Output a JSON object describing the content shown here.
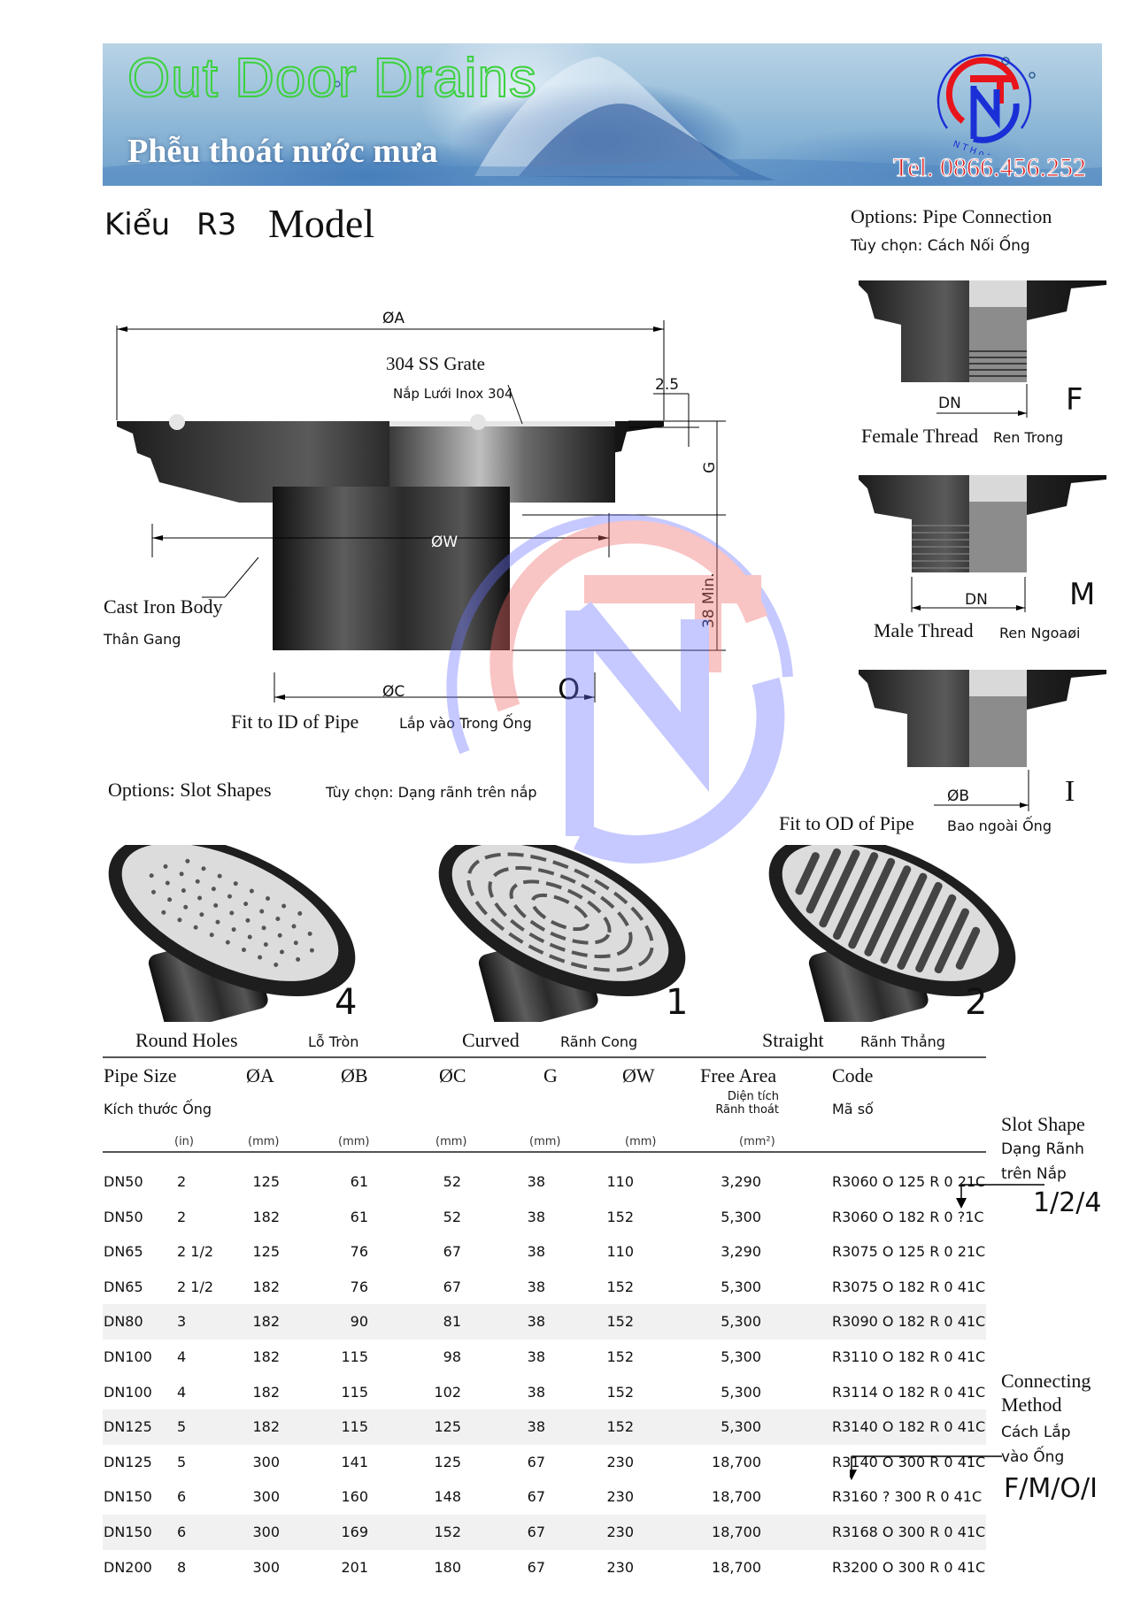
{
  "banner": {
    "title": "Out Door Drains",
    "subtitle": "Phễu thoát nước mưa",
    "tel": "Tel. 0866.456.252",
    "logo_text": "N T H o m e s",
    "colors": {
      "outline_title": "#3cd13c",
      "tel_red": "#d81a1a",
      "logo_red": "#e8141b",
      "logo_blue": "#1b2fd6"
    }
  },
  "heading": {
    "kieu": "Kiểu",
    "code": "R3",
    "model": "Model"
  },
  "pipe_options": {
    "title_en": "Options: Pipe Connection",
    "title_vi": "Tùy chọn: Cách Nối Ống",
    "items": [
      {
        "letter": "F",
        "dim": "DN",
        "label_en": "Female Thread",
        "label_vi": "Ren Trong"
      },
      {
        "letter": "M",
        "dim": "DN",
        "label_en": "Male Thread",
        "label_vi": "Ren Ngoaøi"
      },
      {
        "letter": "I",
        "dim": "ØB",
        "label_en": "Fit to OD of Pipe",
        "label_vi": "Bao ngoài Ống"
      }
    ]
  },
  "drawing": {
    "dim_a": "ØA",
    "dim_w": "ØW",
    "dim_c": "ØC",
    "dim_g": "G",
    "dim_25": "2.5",
    "dim_38": "38 Min.",
    "grate_en": "304 SS Grate",
    "grate_vi": "Nắp Lưới Inox 304",
    "body_en": "Cast Iron Body",
    "body_vi": "Thân Gang",
    "fit_en": "Fit to ID of Pipe",
    "fit_vi": "Lắp vào Trong Ống",
    "option_letter": "O"
  },
  "slot_options": {
    "title_en": "Options: Slot Shapes",
    "title_vi": "Tùy chọn: Dạng rãnh trên nắp",
    "items": [
      {
        "number": "4",
        "label_en": "Round Holes",
        "label_vi": "Lỗ Tròn"
      },
      {
        "number": "1",
        "label_en": "Curved",
        "label_vi": "Rãnh Cong"
      },
      {
        "number": "2",
        "label_en": "Straight",
        "label_vi": "Rãnh Thẳng"
      }
    ]
  },
  "table": {
    "headers": {
      "pipe_size": {
        "en": "Pipe Size",
        "vi": "Kích thước Ống",
        "unit": "(in)"
      },
      "a": {
        "en": "ØA",
        "unit": "(mm)"
      },
      "b": {
        "en": "ØB",
        "unit": "(mm)"
      },
      "c": {
        "en": "ØC",
        "unit": "(mm)"
      },
      "g": {
        "en": "G",
        "unit": "(mm)"
      },
      "w": {
        "en": "ØW",
        "unit": "(mm)"
      },
      "free_area": {
        "en": "Free Area",
        "vi1": "Diện tích",
        "vi2": "Rãnh thoát",
        "unit": "(mm²)"
      },
      "code": {
        "en": "Code",
        "vi": "Mã số"
      }
    },
    "rows": [
      {
        "dn": "DN50",
        "in": "2",
        "a": "125",
        "b": "61",
        "c": "52",
        "g": "38",
        "w": "110",
        "area": "3,290",
        "code": "R3060 O 125 R 0 21C",
        "shade": false
      },
      {
        "dn": "DN50",
        "in": "2",
        "a": "182",
        "b": "61",
        "c": "52",
        "g": "38",
        "w": "152",
        "area": "5,300",
        "code": "R3060 O 182 R 0 ?1C",
        "shade": false
      },
      {
        "dn": "DN65",
        "in": "2 1/2",
        "a": "125",
        "b": "76",
        "c": "67",
        "g": "38",
        "w": "110",
        "area": "3,290",
        "code": "R3075 O 125 R 0 21C",
        "shade": false
      },
      {
        "dn": "DN65",
        "in": "2 1/2",
        "a": "182",
        "b": "76",
        "c": "67",
        "g": "38",
        "w": "152",
        "area": "5,300",
        "code": "R3075 O 182 R 0 41C",
        "shade": false
      },
      {
        "dn": "DN80",
        "in": "3",
        "a": "182",
        "b": "90",
        "c": "81",
        "g": "38",
        "w": "152",
        "area": "5,300",
        "code": "R3090 O 182 R 0 41C",
        "shade": true
      },
      {
        "dn": "DN100",
        "in": "4",
        "a": "182",
        "b": "115",
        "c": "98",
        "g": "38",
        "w": "152",
        "area": "5,300",
        "code": "R3110 O 182 R 0 41C",
        "shade": false
      },
      {
        "dn": "DN100",
        "in": "4",
        "a": "182",
        "b": "115",
        "c": "102",
        "g": "38",
        "w": "152",
        "area": "5,300",
        "code": "R3114 O 182 R 0 41C",
        "shade": false
      },
      {
        "dn": "DN125",
        "in": "5",
        "a": "182",
        "b": "115",
        "c": "125",
        "g": "38",
        "w": "152",
        "area": "5,300",
        "code": "R3140 O 182 R 0 41C",
        "shade": true
      },
      {
        "dn": "DN125",
        "in": "5",
        "a": "300",
        "b": "141",
        "c": "125",
        "g": "67",
        "w": "230",
        "area": "18,700",
        "code": "R3140 O 300 R 0 41C",
        "shade": false
      },
      {
        "dn": "DN150",
        "in": "6",
        "a": "300",
        "b": "160",
        "c": "148",
        "g": "67",
        "w": "230",
        "area": "18,700",
        "code": "R3160 ? 300 R 0 41C",
        "shade": false
      },
      {
        "dn": "DN150",
        "in": "6",
        "a": "300",
        "b": "169",
        "c": "152",
        "g": "67",
        "w": "230",
        "area": "18,700",
        "code": "R3168 O 300 R 0 41C",
        "shade": true
      },
      {
        "dn": "DN200",
        "in": "8",
        "a": "300",
        "b": "201",
        "c": "180",
        "g": "67",
        "w": "230",
        "area": "18,700",
        "code": "R3200 O 300 R 0 41C",
        "shade": false
      }
    ]
  },
  "annotations": {
    "slot_shape": {
      "en": "Slot Shape",
      "vi1": "Dạng Rãnh",
      "vi2": "trên Nắp",
      "values": "1/2/4"
    },
    "connecting_method": {
      "en1": "Connecting",
      "en2": "Method",
      "vi1": "Cách Lắp",
      "vi2": "vào Ống",
      "values": "F/M/O/I"
    }
  }
}
